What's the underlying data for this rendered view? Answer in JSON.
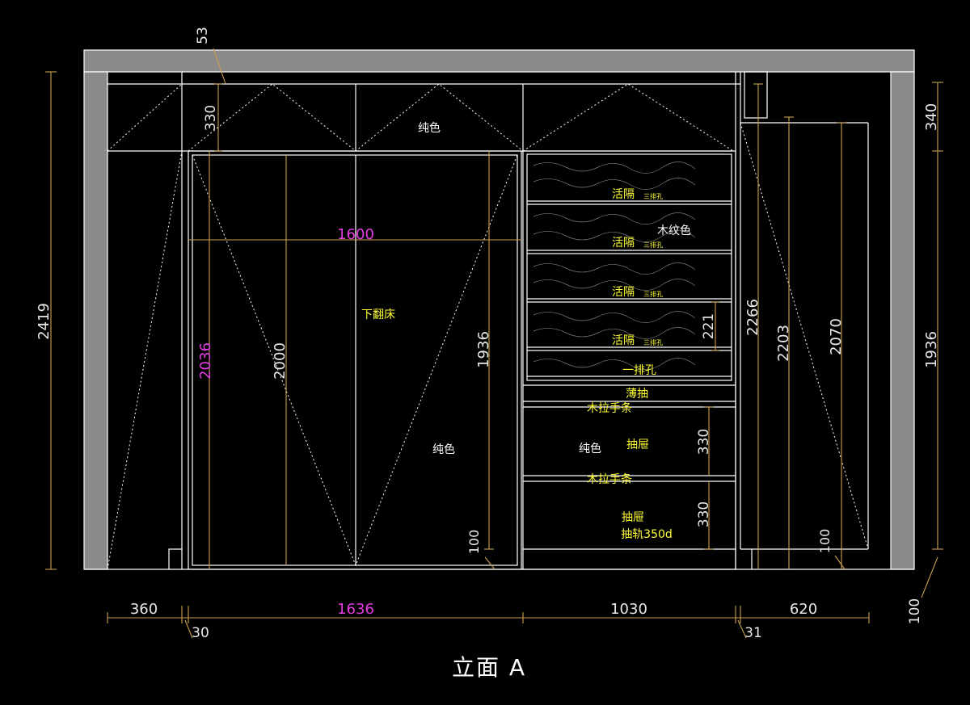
{
  "title": "立面 A",
  "colors": {
    "background": "#000000",
    "line": "#ffffff",
    "dimension": "#c8a050",
    "label_yellow": "#ffff33",
    "label_magenta": "#e23ce2"
  },
  "dimensions": {
    "d53": "53",
    "d330_top": "330",
    "d1600": "1600",
    "d2036": "2036",
    "d2000": "2000",
    "d1936_left": "1936",
    "d100_bed": "100",
    "d221": "221",
    "d2266": "2266",
    "d2203": "2203",
    "d2070": "2070",
    "d330_drawer1": "330",
    "d330_drawer2": "330",
    "d100_right": "100",
    "d340": "340",
    "d1936_right": "1936",
    "d2419": "2419",
    "d100_floor": "100",
    "d360": "360",
    "d30": "30",
    "d1636": "1636",
    "d1030": "1030",
    "d31": "31",
    "d620": "620"
  },
  "labels": {
    "solid_top": "纯色",
    "fold_bed": "下翻床",
    "solid_bed": "纯色",
    "wood_grain": "木纹色",
    "shelf1": "活隔",
    "shelf2": "活隔",
    "shelf3": "活隔",
    "shelf4": "活隔",
    "holes_small": "三排孔",
    "one_hole_row": "一排孔",
    "thin_drawer": "薄抽",
    "wood_handle1": "木拉手条",
    "solid_drawer": "纯色",
    "drawer1": "抽屉",
    "wood_handle2": "木拉手条",
    "drawer2": "抽屉",
    "drawer_rail": "抽轨350d"
  }
}
